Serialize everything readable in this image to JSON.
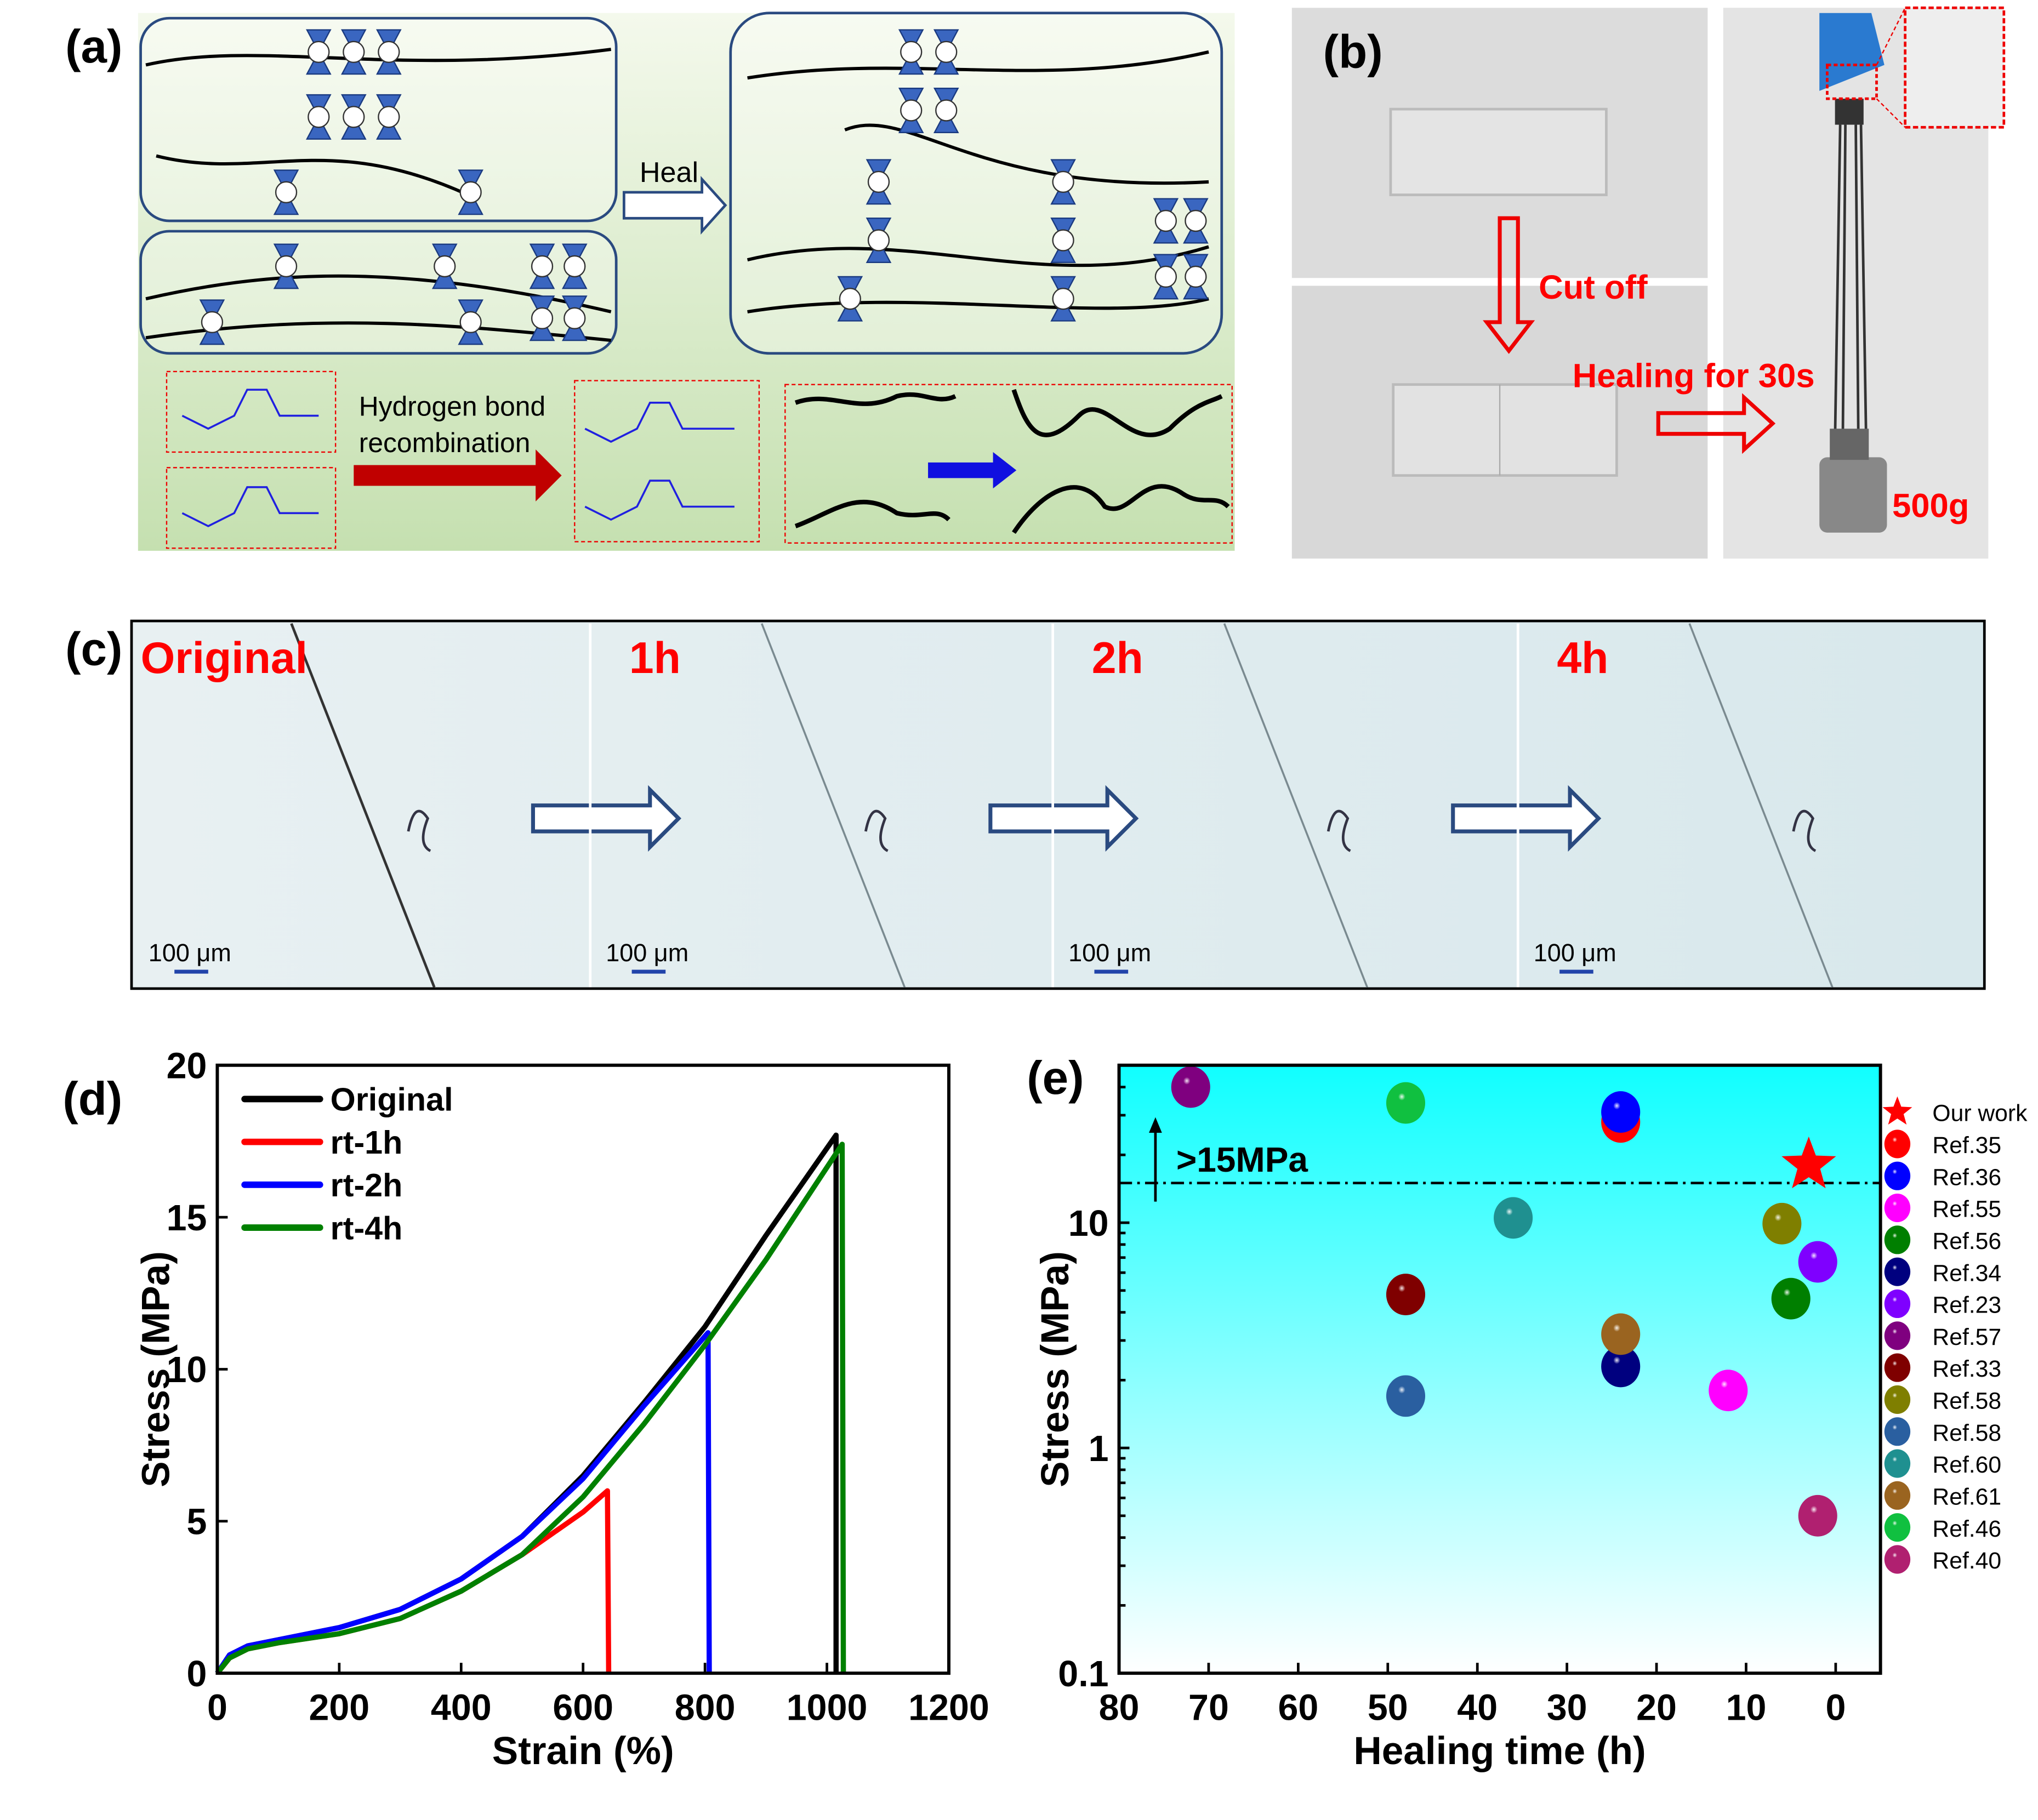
{
  "panel_labels": {
    "a": "(a)",
    "b": "(b)",
    "c": "(c)",
    "d": "(d)",
    "e": "(e)"
  },
  "panel_a": {
    "heal_label": "Heal",
    "hbond_line1": "Hydrogen bond",
    "hbond_line2": "recombination"
  },
  "panel_b": {
    "cut_label": "Cut off",
    "healing_label": "Healing for 30s",
    "weight_label": "500g"
  },
  "panel_c": {
    "frames": [
      {
        "label": "Original",
        "scale": "100 μm"
      },
      {
        "label": "1h",
        "scale": "100 μm"
      },
      {
        "label": "2h",
        "scale": "100 μm"
      },
      {
        "label": "4h",
        "scale": "100 μm"
      }
    ]
  },
  "chart_data": [
    {
      "type": "line",
      "xlabel": "Strain (%)",
      "ylabel": "Stress (MPa)",
      "xlim": [
        0,
        1200
      ],
      "ylim": [
        0,
        20
      ],
      "xticks": [
        0,
        200,
        400,
        600,
        800,
        1000,
        1200
      ],
      "yticks": [
        0,
        5,
        10,
        15,
        20
      ],
      "legend_position": "top-left",
      "series": [
        {
          "name": "Original",
          "color": "#000000",
          "x": [
            0,
            20,
            50,
            100,
            200,
            300,
            400,
            500,
            600,
            700,
            800,
            900,
            1015,
            1015
          ],
          "y": [
            0,
            0.6,
            0.9,
            1.1,
            1.5,
            2.1,
            3.1,
            4.5,
            6.5,
            8.9,
            11.4,
            14.4,
            17.7,
            0
          ]
        },
        {
          "name": "rt-1h",
          "color": "#ff0000",
          "x": [
            0,
            20,
            50,
            100,
            200,
            300,
            400,
            500,
            600,
            640,
            642
          ],
          "y": [
            0,
            0.5,
            0.8,
            1.0,
            1.3,
            1.8,
            2.7,
            3.9,
            5.3,
            6.0,
            0
          ]
        },
        {
          "name": "rt-2h",
          "color": "#0000ff",
          "x": [
            0,
            20,
            50,
            100,
            200,
            300,
            400,
            500,
            600,
            700,
            805,
            807
          ],
          "y": [
            0,
            0.6,
            0.9,
            1.1,
            1.5,
            2.1,
            3.1,
            4.5,
            6.4,
            8.8,
            11.2,
            0
          ]
        },
        {
          "name": "rt-4h",
          "color": "#008000",
          "x": [
            0,
            20,
            50,
            100,
            200,
            300,
            400,
            500,
            600,
            700,
            800,
            900,
            1025,
            1027
          ],
          "y": [
            0,
            0.5,
            0.8,
            1.0,
            1.3,
            1.8,
            2.7,
            3.9,
            5.8,
            8.2,
            10.8,
            13.6,
            17.4,
            0
          ]
        }
      ]
    },
    {
      "type": "scatter",
      "xlabel": "Healing time (h)",
      "ylabel": "Stress (MPa)",
      "xlim": [
        80,
        -5
      ],
      "ylim": [
        0.1,
        50
      ],
      "yscale": "log",
      "xticks": [
        80,
        70,
        60,
        50,
        40,
        30,
        20,
        10,
        0
      ],
      "yticks": [
        {
          "v": 0.1,
          "t": "0.1"
        },
        {
          "v": 1,
          "t": "1"
        },
        {
          "v": 10,
          "t": "10"
        }
      ],
      "threshold": {
        "value": 15,
        "label": ">15MPa"
      },
      "legend_position": "right-outside",
      "points": [
        {
          "name": "Our work",
          "x": 3,
          "y": 18,
          "color": "#ff0000",
          "marker": "star"
        },
        {
          "name": "Ref.35",
          "x": 24,
          "y": 28,
          "color": "#ff0000"
        },
        {
          "name": "Ref.36",
          "x": 24,
          "y": 31,
          "color": "#0000ff"
        },
        {
          "name": "Ref.55",
          "x": 12,
          "y": 1.8,
          "color": "#ff00ff"
        },
        {
          "name": "Ref.56",
          "x": 5,
          "y": 4.6,
          "color": "#007f00"
        },
        {
          "name": "Ref.34",
          "x": 24,
          "y": 2.3,
          "color": "#00007f"
        },
        {
          "name": "Ref.23",
          "x": 2,
          "y": 6.7,
          "color": "#7f00ff"
        },
        {
          "name": "Ref.57",
          "x": 72,
          "y": 40,
          "color": "#7f007f"
        },
        {
          "name": "Ref.33",
          "x": 48,
          "y": 4.8,
          "color": "#7f0000"
        },
        {
          "name": "Ref.58",
          "x": 6,
          "y": 9.9,
          "color": "#7f7f00"
        },
        {
          "name": "Ref.58",
          "x": 48,
          "y": 1.7,
          "color": "#2a5fa0"
        },
        {
          "name": "Ref.60",
          "x": 36,
          "y": 10.5,
          "color": "#1f9090"
        },
        {
          "name": "Ref.61",
          "x": 24,
          "y": 3.2,
          "color": "#9a6420"
        },
        {
          "name": "Ref.46",
          "x": 48,
          "y": 34,
          "color": "#10c040"
        },
        {
          "name": "Ref.40",
          "x": 2,
          "y": 0.5,
          "color": "#b02070"
        }
      ]
    }
  ]
}
